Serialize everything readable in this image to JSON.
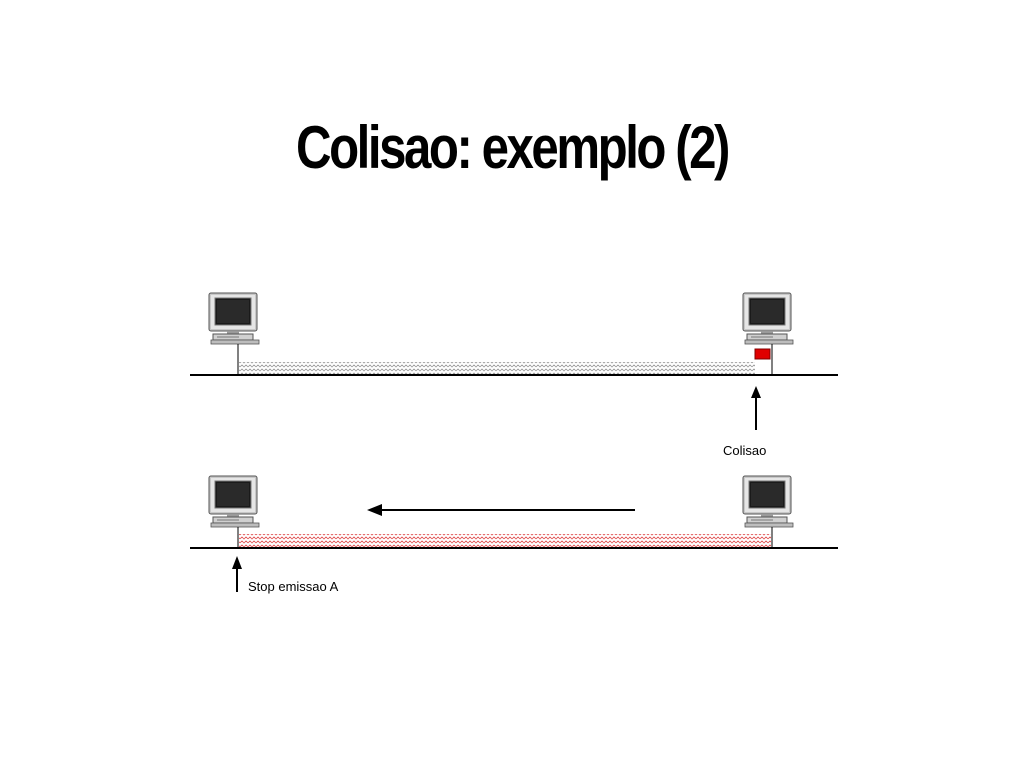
{
  "slide": {
    "title": "Colisao: exemplo (2)"
  },
  "diagram": {
    "collision_label": "Colisao",
    "stop_label": "Stop emissao A",
    "colors": {
      "line": "#000000",
      "signal_normal": "#9a9a9a",
      "signal_collision": "#e05050",
      "collision_flag": "#e00000",
      "computer_body": "#c0c0c0",
      "screen": "#1a1a1a"
    }
  }
}
